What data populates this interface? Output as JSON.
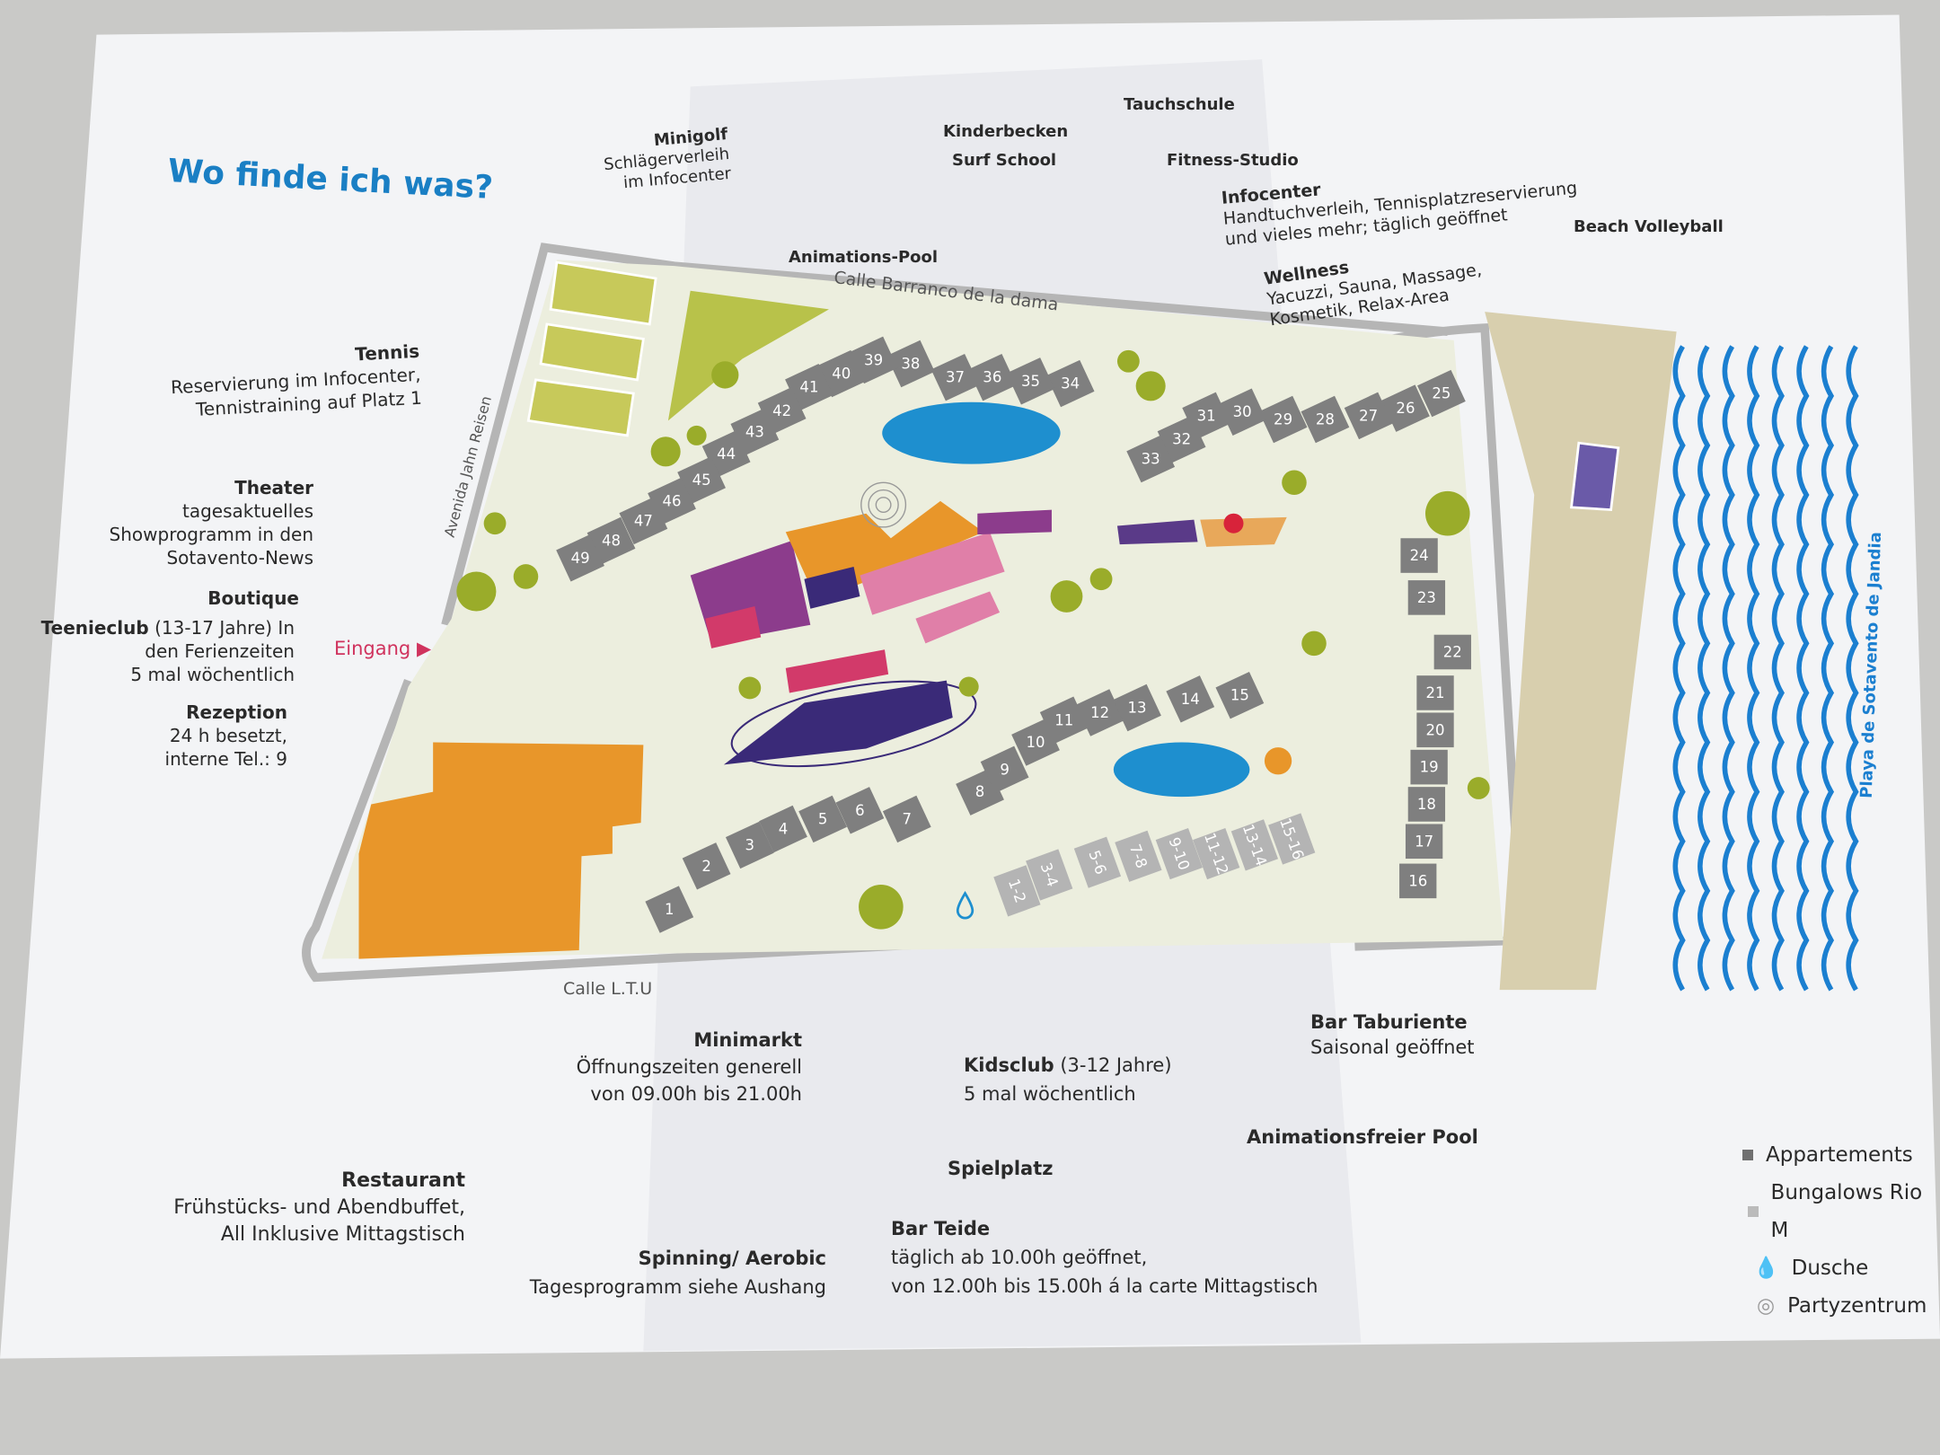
{
  "title": "Wo finde ich was?",
  "labels": {
    "minigolf": {
      "title": "Minigolf",
      "text": [
        "Schlägerverleih",
        "im Infocenter"
      ]
    },
    "tennis": {
      "title": "Tennis",
      "text": [
        "Reservierung im Infocenter,",
        "Tennistraining auf Platz 1"
      ]
    },
    "theater": {
      "title": "Theater",
      "text": [
        "tagesaktuelles",
        "Showprogramm in den",
        "Sotavento-News"
      ]
    },
    "boutique": {
      "title": "Boutique"
    },
    "teenieclub": {
      "title": "Teenieclub",
      "age": "(13-17 Jahre) In",
      "text": [
        "den Ferienzeiten",
        "5 mal wöchentlich"
      ]
    },
    "rezeption": {
      "title": "Rezeption",
      "text": [
        "24 h besetzt,",
        "interne Tel.: 9"
      ]
    },
    "restaurant": {
      "title": "Restaurant",
      "text": [
        "Frühstücks- und Abendbuffet,",
        "All Inklusive Mittagstisch"
      ]
    },
    "minimarkt": {
      "title": "Minimarkt",
      "text": [
        "Öffnungszeiten generell",
        "von 09.00h bis 21.00h"
      ]
    },
    "spinning": {
      "title": "Spinning/ Aerobic",
      "text": [
        "Tagesprogramm siehe Aushang"
      ]
    },
    "barteide": {
      "title": "Bar Teide",
      "text": [
        "täglich ab 10.00h geöffnet,",
        "von 12.00h bis 15.00h á la carte Mittagstisch"
      ]
    },
    "spielplatz": {
      "title": "Spielplatz"
    },
    "kidsclub": {
      "title": "Kidsclub",
      "age": "(3-12 Jahre)",
      "text": [
        "5 mal wöchentlich"
      ]
    },
    "animationsfreier_pool": {
      "title": "Animationsfreier Pool"
    },
    "bar_taburiente": {
      "title": "Bar Taburiente",
      "text": [
        "Saisonal geöffnet"
      ]
    },
    "animations_pool": {
      "title": "Animations-Pool"
    },
    "kinderbecken": {
      "title": "Kinderbecken"
    },
    "surf_school": {
      "title": "Surf School"
    },
    "tauchschule": {
      "title": "Tauchschule"
    },
    "fitness": {
      "title": "Fitness-Studio"
    },
    "infocenter": {
      "title": "Infocenter",
      "text": [
        "Handtuchverleih, Tennisplatzreservierung",
        "und vieles mehr; täglich geöffnet"
      ]
    },
    "wellness": {
      "title": "Wellness",
      "text": [
        "Yacuzzi, Sauna, Massage,",
        "Kosmetik, Relax-Area"
      ]
    },
    "beach_volleyball": {
      "title": "Beach Volleyball"
    }
  },
  "streets": {
    "barranco": "Calle Barranco de la dama",
    "ltu": "Calle L.T.U",
    "avenida": "Avenida Jahn Reisen",
    "playa": "Playa de Sotavento de Jandia"
  },
  "entrance": "Eingang",
  "apartments": [
    "1",
    "2",
    "3",
    "4",
    "5",
    "6",
    "7",
    "8",
    "9",
    "10",
    "11",
    "12",
    "13",
    "14",
    "15",
    "16",
    "17",
    "18",
    "19",
    "20",
    "21",
    "22",
    "23",
    "24",
    "25",
    "26",
    "27",
    "28",
    "29",
    "30",
    "31",
    "32",
    "33",
    "34",
    "35",
    "36",
    "37",
    "38",
    "39",
    "40",
    "41",
    "42",
    "43",
    "44",
    "45",
    "46",
    "47",
    "48",
    "49"
  ],
  "bungalows": [
    "1-2",
    "3-4",
    "5-6",
    "7-8",
    "9-10",
    "11-12",
    "13-14",
    "15-16"
  ],
  "legend": [
    {
      "label": "Appartements",
      "icon": "square-dark"
    },
    {
      "label": "Bungalows Rio M",
      "icon": "square-light"
    },
    {
      "label": "Dusche",
      "icon": "drop"
    },
    {
      "label": "Partyzentrum",
      "icon": "rings"
    }
  ],
  "colors": {
    "title": "#1a7fc4",
    "pool": "#1e8fcf",
    "building": "#808080",
    "orange": "#e8962a",
    "purple": "#8c3c8c",
    "navy": "#3a2a78",
    "pink": "#e07fa8",
    "green": "#b8c24a",
    "sea": "#1b7fd0"
  }
}
